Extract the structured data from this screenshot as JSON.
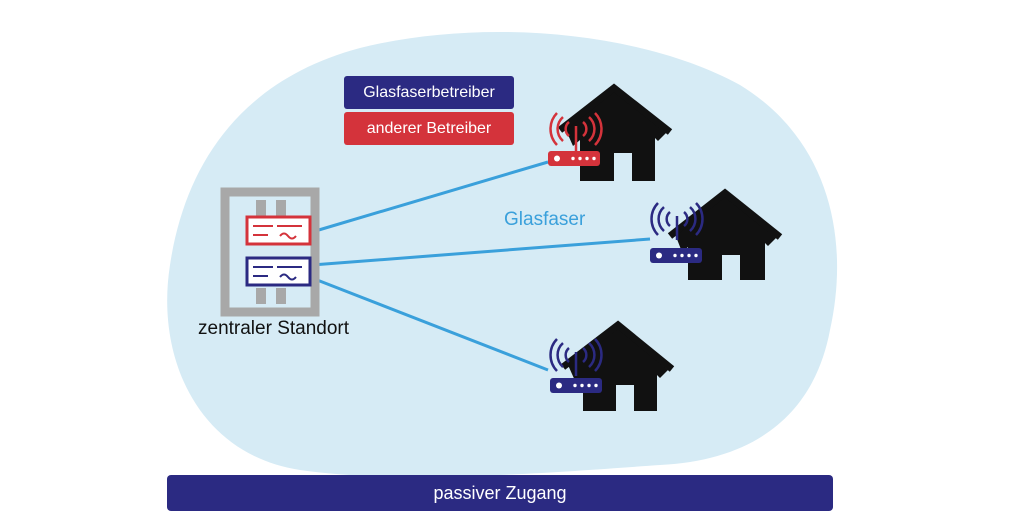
{
  "legend": {
    "fiber_operator": "Glasfaserbetreiber",
    "other_operator": "anderer Betreiber"
  },
  "labels": {
    "fiber": "Glasfaser",
    "central_site": "zentraler Standort"
  },
  "footer": {
    "label": "passiver Zugang"
  },
  "colors": {
    "navy": "#2b2a82",
    "red": "#d4333b",
    "fiber_line": "#3aa0db",
    "area_fill": "#d6ebf5",
    "rack_gray": "#a8a8a8",
    "house": "#111111"
  },
  "icons": {
    "house": "house-icon",
    "router": "router-icon",
    "wifi": "wifi-signal-icon",
    "rack": "server-rack-icon"
  }
}
